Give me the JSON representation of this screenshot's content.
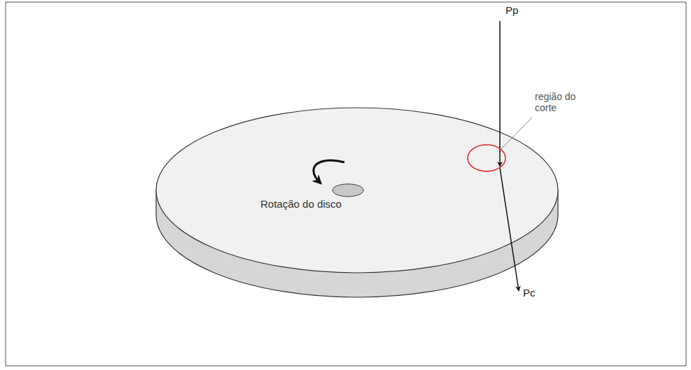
{
  "diagram": {
    "labels": [
      "Pp",
      "região do corte",
      "Rotação do disco",
      "Pc"
    ]
  }
}
